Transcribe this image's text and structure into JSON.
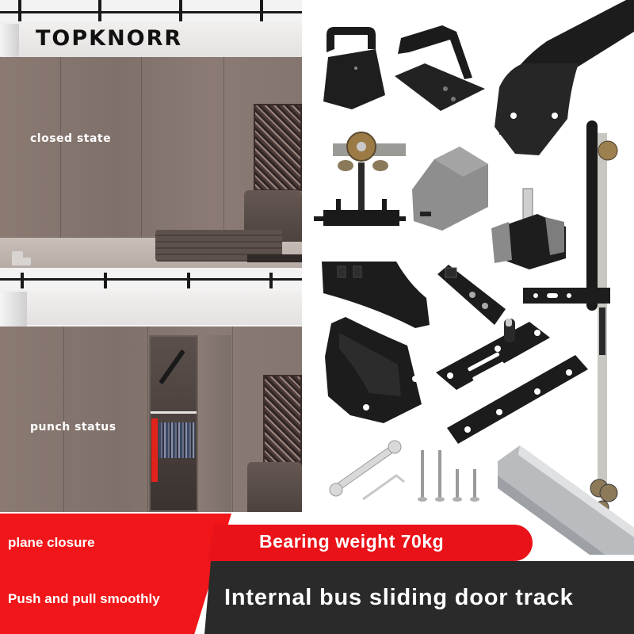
{
  "brand": {
    "name": "TOPKNORR"
  },
  "photos": {
    "top": {
      "label": "closed state"
    },
    "bottom": {
      "label": "punch status"
    }
  },
  "products": {
    "items": [
      "hanging-bracket-upright",
      "hanging-bracket-angled",
      "curved-track-corner",
      "roller-hanger-trolley",
      "gray-door-stopper",
      "floor-guide-with-pin",
      "telescopic-arm-with-rollers",
      "curved-end-cap",
      "curved-guide-block",
      "small-guide-plate",
      "pivot-plate-with-pin",
      "flat-mounting-plate",
      "wrench",
      "hex-key",
      "screws",
      "aluminum-track"
    ]
  },
  "banner": {
    "left_top": "plane closure",
    "left_bottom": "Push and pull smoothly",
    "bearing": "Bearing weight 70kg",
    "title": "Internal bus sliding door track"
  },
  "colors": {
    "red": "#f0161a",
    "dark": "#2a2a2a",
    "white": "#ffffff",
    "wall": "#84756f"
  }
}
